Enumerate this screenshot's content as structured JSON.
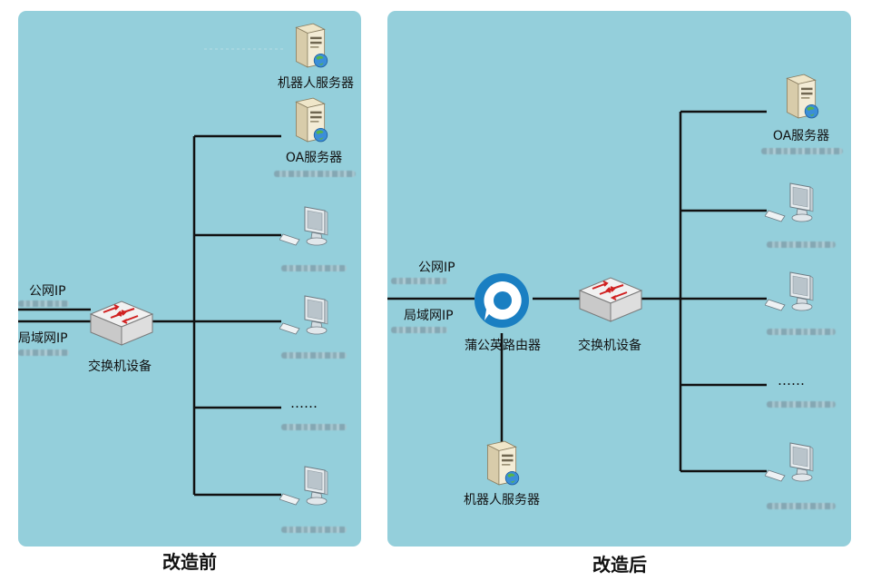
{
  "before": {
    "caption": "改造前",
    "robot_server_label": "机器人服务器",
    "oa_server_label": "OA服务器",
    "public_ip_label": "公网IP",
    "lan_ip_label": "局域网IP",
    "switch_label": "交换机设备",
    "ellipsis": "……"
  },
  "after": {
    "caption": "改造后",
    "oa_server_label": "OA服务器",
    "public_ip_label": "公网IP",
    "lan_ip_label": "局域网IP",
    "router_label": "蒲公英路由器",
    "switch_label": "交换机设备",
    "robot_server_label": "机器人服务器",
    "ellipsis": "……"
  },
  "colors": {
    "panel_bg": "#94cfdb",
    "line": "#111111",
    "router_logo": "#1a7fc2"
  },
  "icons": {
    "server": "server-icon",
    "computer": "computer-icon",
    "switch": "network-switch-icon",
    "router": "pgy-router-logo-icon"
  }
}
